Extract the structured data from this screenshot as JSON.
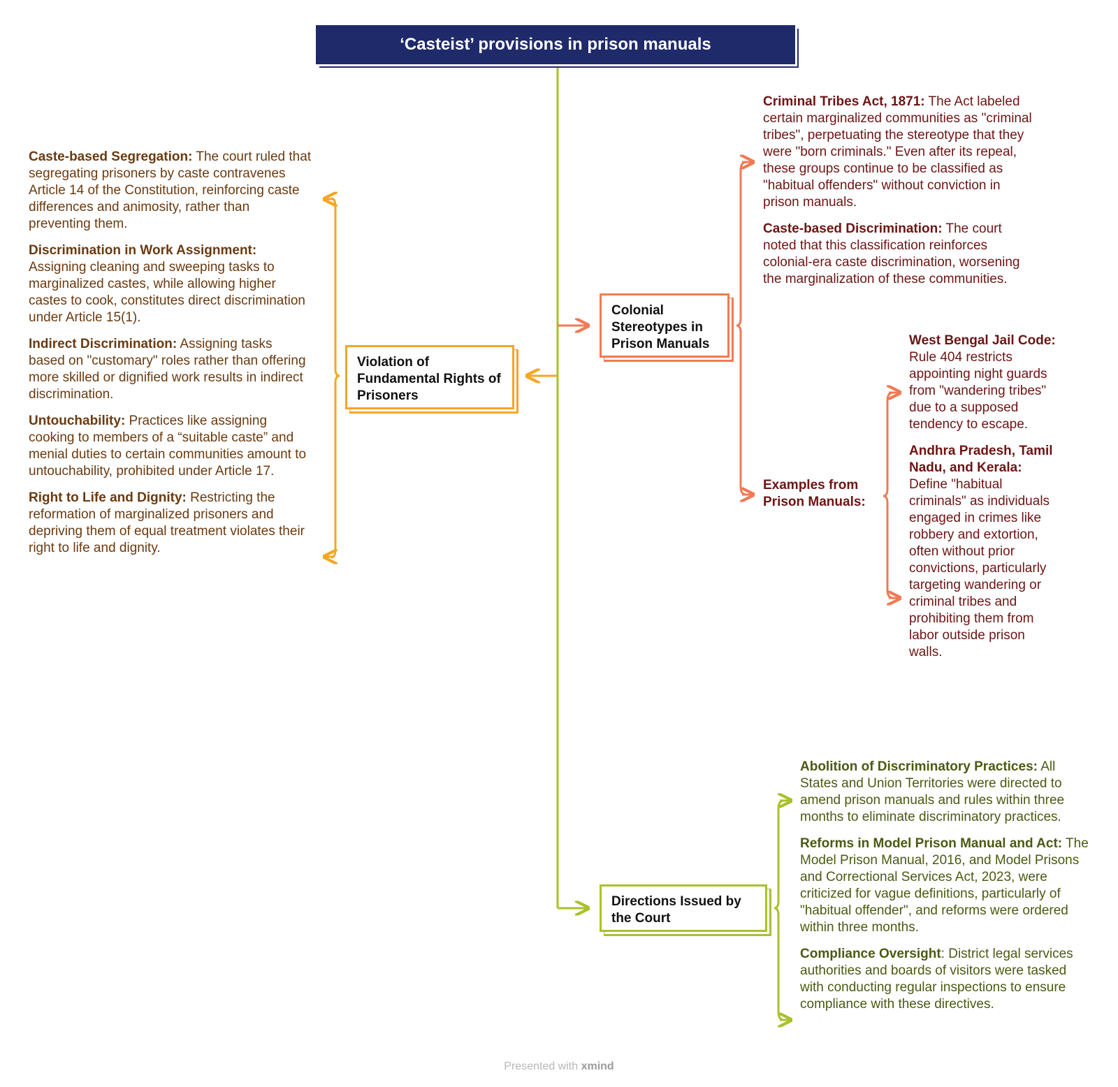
{
  "title": "‘Casteist’ provisions in prison manuals",
  "branches": {
    "violation": {
      "label": "Violation of Fundamental Rights of Prisoners",
      "items": [
        {
          "head": "Caste-based Segregation:",
          "text": " The court ruled that segregating prisoners by caste contravenes Article 14 of the Constitution, reinforcing caste differences and animosity, rather than preventing them."
        },
        {
          "head": "Discrimination in Work Assignment:",
          "text": " Assigning cleaning and sweeping tasks to marginalized castes, while allowing higher castes to cook, constitutes direct discrimination under Article 15(1)."
        },
        {
          "head": "Indirect Discrimination:",
          "text": " Assigning tasks based on \"customary\" roles rather than offering more skilled or dignified work results in indirect discrimination."
        },
        {
          "head": "Untouchability:",
          "text": " Practices like assigning cooking to members of a “suitable caste” and menial duties to certain communities amount to untouchability, prohibited under Article 17."
        },
        {
          "head": "Right to Life and Dignity:",
          "text": " Restricting the reformation of marginalized prisoners and depriving them of equal treatment violates their right to life and dignity."
        }
      ]
    },
    "colonial": {
      "label": "Colonial Stereotypes in Prison Manuals",
      "items": [
        {
          "head": "Criminal Tribes Act, 1871:",
          "text": " The Act labeled certain marginalized communities as \"criminal tribes\", perpetuating the stereotype that they were \"born criminals.\" Even after its repeal, these groups continue to be classified as \"habitual offenders\" without conviction in prison manuals."
        },
        {
          "head": "Caste-based Discrimination:",
          "text": " The court noted that this classification reinforces colonial-era caste discrimination, worsening the marginalization of these communities."
        }
      ],
      "examples": {
        "label": "Examples from Prison Manuals:",
        "items": [
          {
            "head": "West Bengal Jail Code:",
            "text": " Rule 404 restricts appointing night guards from \"wandering tribes\" due to a supposed tendency to escape."
          },
          {
            "head": "Andhra Pradesh, Tamil Nadu, and Kerala:",
            "text": " Define \"habitual criminals\" as individuals engaged in crimes like robbery and extortion, often without prior convictions, particularly targeting wandering or criminal tribes and prohibiting them from labor outside prison walls."
          }
        ]
      }
    },
    "directions": {
      "label": "Directions Issued by the Court",
      "items": [
        {
          "head": "Abolition of Discriminatory Practices:",
          "text": " All States and Union Territories were directed to amend prison manuals and rules within three months to eliminate discriminatory practices."
        },
        {
          "head": "Reforms in Model Prison Manual and Act:",
          "text": " The Model Prison Manual, 2016, and Model Prisons and Correctional Services Act, 2023, were criticized for vague definitions, particularly of \"habitual offender\", and reforms were ordered within three months."
        },
        {
          "head": "Compliance Oversight",
          "text": ": District legal services authorities and boards of visitors were tasked with conducting regular inspections to ensure compliance with these directives."
        }
      ]
    }
  },
  "footer": {
    "prefix": "Presented with ",
    "brand": "xmind"
  },
  "colors": {
    "title_bg": "#1f2a6b",
    "trunk": "#a8c22a",
    "violation": "#f5a623",
    "colonial": "#f07a55",
    "directions": "#a8c22a"
  }
}
